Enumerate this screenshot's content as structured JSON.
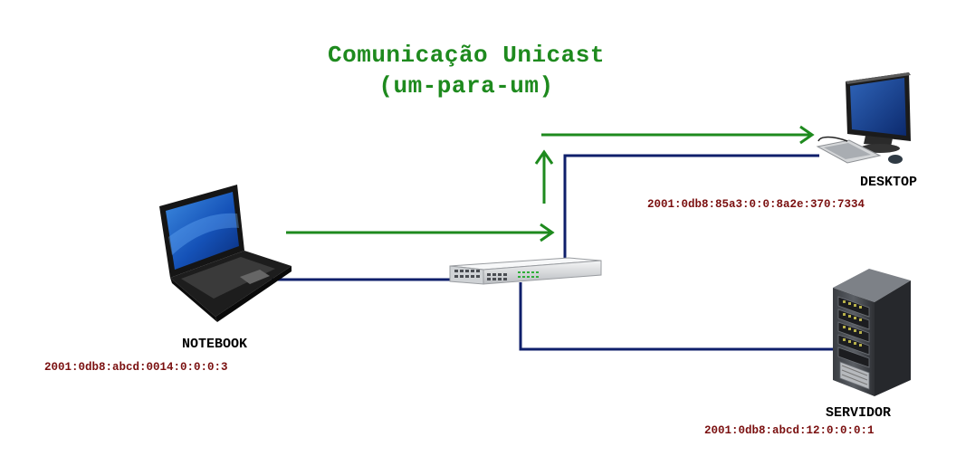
{
  "title": {
    "line1": "Comunicação Unicast",
    "line2": "(um-para-um)"
  },
  "colors": {
    "title": "#1e8a1e",
    "arrow": "#1e8a1e",
    "link": "#0f1f6b",
    "address": "#7a0f0f"
  },
  "devices": {
    "notebook": {
      "label": "NOTEBOOK",
      "address": "2001:0db8:abcd:0014:0:0:0:3",
      "icon": "laptop-icon"
    },
    "desktop": {
      "label": "DESKTOP",
      "address": "2001:0db8:85a3:0:0:8a2e:370:7334",
      "icon": "desktop-computer-icon"
    },
    "server": {
      "label": "SERVIDOR",
      "address": "2001:0db8:abcd:12:0:0:0:1",
      "icon": "server-rack-icon"
    },
    "switch": {
      "icon": "network-switch-icon"
    }
  }
}
